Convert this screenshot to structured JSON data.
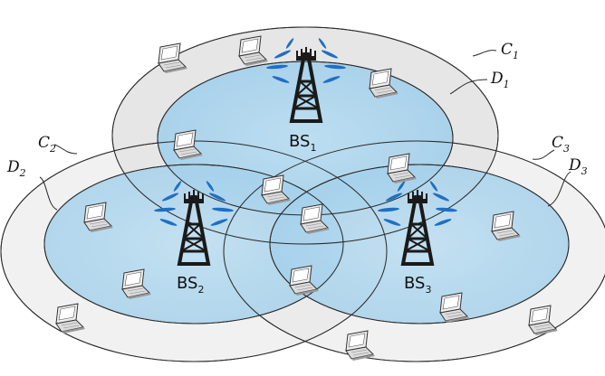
{
  "cells": [
    {
      "cover": "C",
      "cover_sub": "1",
      "domain": "D",
      "domain_sub": "1",
      "station": "BS",
      "station_sub": "1"
    },
    {
      "cover": "C",
      "cover_sub": "2",
      "domain": "D",
      "domain_sub": "2",
      "station": "BS",
      "station_sub": "2"
    },
    {
      "cover": "C",
      "cover_sub": "3",
      "domain": "D",
      "domain_sub": "3",
      "station": "BS",
      "station_sub": "3"
    }
  ],
  "colors": {
    "outer_fill": "#e6e6e6",
    "inner_fill": "#a9d3ec",
    "tower": "#1a1a1a",
    "signal": "#1f6fc4"
  },
  "icons": {
    "tower": "cell-tower-icon",
    "device": "laptop-icon"
  }
}
